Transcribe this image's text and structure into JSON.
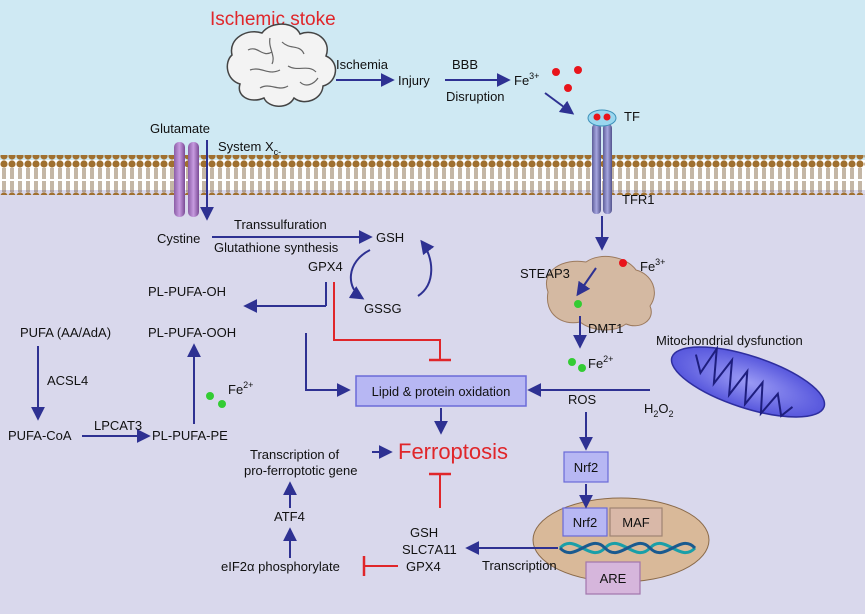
{
  "title": "Ischemic stoke",
  "colors": {
    "extracellular": "#cfe9f3",
    "cytoplasm": "#d9d8ec",
    "arrow": "#2e3192",
    "inhibit": "#e0262a",
    "fe3_dot": "#e8141b",
    "fe2_dot": "#33cc33",
    "box_fill": "#b7b7f3",
    "box_stroke": "#6a6ad8",
    "maf_fill": "#d9b8a8",
    "are_fill": "#d6b6dc",
    "nucleus": "#d9b999",
    "mitochondrion": "#6f6fe8",
    "endosome": "#d4b9a2"
  },
  "icons": [
    "brain-icon",
    "mitochondrion-icon",
    "dna-helix-icon",
    "transferrin-icon",
    "system-xc-transporter-icon",
    "tfr1-receptor-icon"
  ],
  "labels": {
    "ischemia": "Ischemia",
    "injury": "Injury",
    "bbb": "BBB",
    "disruption": "Disruption",
    "fe_top": "Fe",
    "fe_top_sup": "3+",
    "tf": "TF",
    "tfr1": "TFR1",
    "glutamate": "Glutamate",
    "system_xc": "System X",
    "system_xc_sub": "c-",
    "cystine": "Cystine",
    "transsulfuration": "Transsulfuration",
    "glutathione_synthesis": "Glutathione synthesis",
    "gsh_top": "GSH",
    "gpx4_top": "GPX4",
    "gssg": "GSSG",
    "pl_pufa_oh": "PL-PUFA-OH",
    "pl_pufa_ooh": "PL-PUFA-OOH",
    "pufa": "PUFA (AA/AdA)",
    "acsl4": "ACSL4",
    "pufa_coa": "PUFA-CoA",
    "lpcat3": "LPCAT3",
    "pl_pufa_pe": "PL-PUFA-PE",
    "fe2_left": "Fe",
    "fe2_left_sup": "2+",
    "lipid_box": "Lipid & protein oxidation",
    "ferroptosis": "Ferroptosis",
    "transcription_of": "Transcription of",
    "pro_ferroptotic": "pro-ferroptotic gene",
    "atf4": "ATF4",
    "eif2a": "eIF2α phosphorylate",
    "gsh_bottom": "GSH",
    "slc7a11": "SLC7A11",
    "gpx4_bottom": "GPX4",
    "transcription": "Transcription",
    "steap3": "STEAP3",
    "fe_endo": "Fe",
    "fe_endo_sup": "3+",
    "dmt1": "DMT1",
    "fe2_right": "Fe",
    "fe2_right_sup": "2+",
    "mito_dysfunction": "Mitochondrial dysfunction",
    "ros": "ROS",
    "h2o2": "H",
    "h2o2_sub1": "2",
    "h2o2_o": "O",
    "h2o2_sub2": "2",
    "nrf2_box": "Nrf2",
    "nrf2_nuc": "Nrf2",
    "maf": "MAF",
    "are": "ARE"
  }
}
